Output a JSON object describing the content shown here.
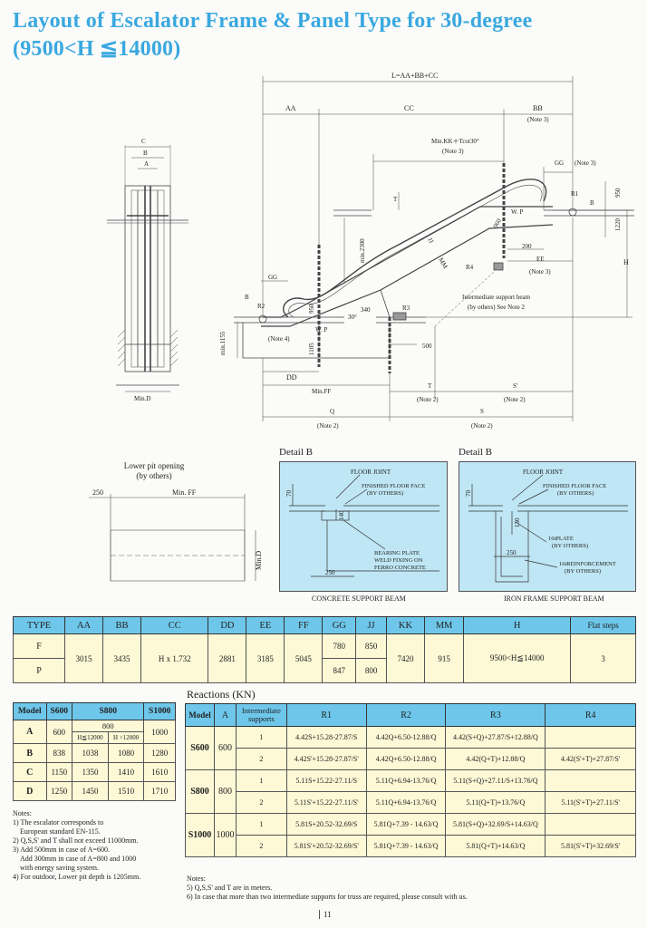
{
  "title": {
    "line1": "Layout of Escalator Frame & Panel Type for 30-degree",
    "line2": "(9500<H ≦14000)"
  },
  "drawing": {
    "L_eq": "L=AA+BB+CC",
    "AA": "AA",
    "CC": "CC",
    "BB": "BB",
    "note3": "(Note 3)",
    "minKK": "Min.KK＋Tcot30°",
    "GG": "GG",
    "R1": "R1",
    "B": "B",
    "WP": "W. P",
    "d950": "950",
    "d1220": "1220",
    "d960": "960",
    "d200": "200",
    "EE": "EE",
    "H": "H",
    "T": "T",
    "min2300": "min.2300",
    "JJ": "JJ",
    "MM": "MM",
    "R4": "R4",
    "R2": "R2",
    "R3": "R3",
    "d340": "340",
    "deg30": "30°",
    "note4": "(Note 4)",
    "d1105": "1105",
    "min1155": "min.1155",
    "d500": "500",
    "intermediate": "Intermediate support beam",
    "byothers": "(by others) See Note 2",
    "DD": "DD",
    "minFF": "Min.FF",
    "Tlabel": "T",
    "Slabel": "S'",
    "note2": "(Note 2)",
    "Q": "Q",
    "S": "S",
    "C": "C",
    "A": "A",
    "minD": "Min.D"
  },
  "pit": {
    "title1": "Lower pit opening",
    "title2": "(by others)",
    "d250": "250",
    "minFF": "Min. FF",
    "minD": "Min.D"
  },
  "detail_concrete": {
    "title": "Detail B",
    "floor_joint": "FLOOR JOINT",
    "finished1": "FINISHED FLOOR FACE",
    "finished2": "(BY OTHERS)",
    "d70": "70",
    "d140": "140",
    "d250": "250",
    "bearing1": "BEARING PLATE",
    "bearing2": "WELD FIXING ON",
    "bearing3": "FERRO CONCRETE",
    "caption": "CONCRETE SUPPORT BEAM"
  },
  "detail_iron": {
    "title": "Detail B",
    "floor_joint": "FLOOR JOINT",
    "finished1": "FINISHED FLOOR FACE",
    "finished2": "(BY OTHERS)",
    "d70": "70",
    "d130": "130",
    "d250": "250",
    "plate1": "16tPLATE",
    "plate2": "(BY OTHERS)",
    "reinf1": "16tREINFORCEMENT",
    "reinf2": "(BY OTHERS)",
    "caption": "IRON FRAME SUPPORT BEAM"
  },
  "type_table": {
    "headers": [
      "TYPE",
      "AA",
      "BB",
      "CC",
      "DD",
      "EE",
      "FF",
      "GG",
      "JJ",
      "KK",
      "MM",
      "H",
      "Flat steps"
    ],
    "types": [
      "F",
      "P"
    ],
    "AA": "3015",
    "BB": "3435",
    "CC": "H x 1.732",
    "DD": "2881",
    "EE": "3185",
    "FF": "5045",
    "GG": [
      "780",
      "847"
    ],
    "JJ": [
      "850",
      "800"
    ],
    "KK": "7420",
    "MM": "915",
    "H": "9500<H≦14000",
    "flat": "3"
  },
  "model_table": {
    "headers": [
      "Model",
      "S600",
      "S800",
      "S1000"
    ],
    "sub800": "800",
    "h_le": "H≦12000",
    "h_gt": "H >12000",
    "rows": [
      {
        "model": "A",
        "s600": "600",
        "s1000": "1000"
      },
      {
        "model": "B",
        "s600": "838",
        "s800a": "1038",
        "s800b": "1080",
        "s1000": "1280"
      },
      {
        "model": "C",
        "s600": "1150",
        "s800a": "1350",
        "s800b": "1410",
        "s1000": "1610"
      },
      {
        "model": "D",
        "s600": "1250",
        "s800a": "1450",
        "s800b": "1510",
        "s1000": "1710"
      }
    ]
  },
  "reactions": {
    "title": "Reactions (KN)",
    "headers": [
      "Model",
      "A",
      "Intermediate supports",
      "R1",
      "R2",
      "R3",
      "R4"
    ],
    "groups": [
      {
        "model": "S600",
        "a": "600",
        "rows": [
          {
            "n": "1",
            "r1": "4.42S+15.28-27.87/S",
            "r2": "4.42Q+6.50-12.88/Q",
            "r3": "4.42(S+Q)+27.87/S+12.88/Q",
            "r4": ""
          },
          {
            "n": "2",
            "r1": "4.42S'+15.28-27.87/S'",
            "r2": "4.42Q+6.50-12.88/Q",
            "r3": "4.42(Q+T)+12.88/Q",
            "r4": "4.42(S'+T)+27.87/S'"
          }
        ]
      },
      {
        "model": "S800",
        "a": "800",
        "rows": [
          {
            "n": "1",
            "r1": "5.11S+15.22-27.11/S",
            "r2": "5.11Q+6.94-13.76/Q",
            "r3": "5.11(S+Q)+27.11/S+13.76/Q",
            "r4": ""
          },
          {
            "n": "2",
            "r1": "5.11S'+15.22-27.11/S'",
            "r2": "5.11Q+6.94-13.76/Q",
            "r3": "5.11(Q+T)+13.76/Q",
            "r4": "5.11(S'+T)+27.11/S'"
          }
        ]
      },
      {
        "model": "S1000",
        "a": "1000",
        "rows": [
          {
            "n": "1",
            "r1": "5.81S+20.52-32.69/S",
            "r2": "5.81Q+7.39 - 14.63/Q",
            "r3": "5.81(S+Q)+32.69/S+14.63/Q",
            "r4": ""
          },
          {
            "n": "2",
            "r1": "5.81S'+20.52-32.69/S'",
            "r2": "5.81Q+7.39 - 14.63/Q",
            "r3": "5.81(Q+T)+14.63/Q",
            "r4": "5.81(S'+T)+32.69/S'"
          }
        ]
      }
    ]
  },
  "notes_left": [
    "Notes:",
    "1) The escalator corresponds to",
    "European standard EN-115.",
    "2) Q,S,S' and T shall not exceed 11000mm.",
    "3) Add 500mm in case of A=600.",
    "Add 300mm in case of A=800 and 1000",
    "with energy saving system.",
    "4) For outdoor, Lower pit depth is 1205mm."
  ],
  "notes_right": [
    "Notes:",
    "5) Q,S,S' and T are in meters.",
    "6) In case that more than two intermediate supports for truss are required, please consult with us."
  ],
  "page_number": "11"
}
